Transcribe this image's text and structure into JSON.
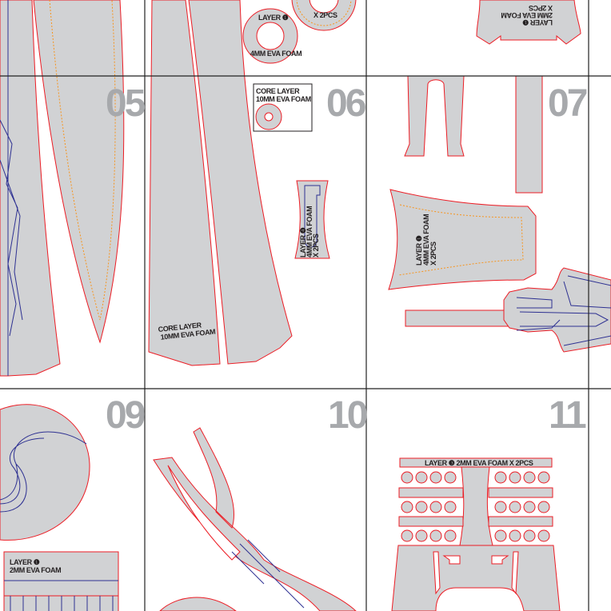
{
  "sheet": {
    "pages": [
      "05",
      "06",
      "07",
      "09",
      "10",
      "11"
    ],
    "colors": {
      "piece_fill": "#d1d2d4",
      "cut_line": "#ec1c24",
      "detail_line": "#2e3192",
      "bevel_line": "#f7941d",
      "page_number": "#a7a9ac"
    }
  },
  "labels": {
    "ring_layer": "LAYER ❶",
    "ring_foam": "4MM EVA FOAM",
    "ring2_qty": "X 2PCS",
    "core_box_line1": "CORE LAYER",
    "core_box_line2": "10MM EVA FOAM",
    "core_blade_line1": "CORE LAYER",
    "core_blade_line2": "10MM EVA FOAM",
    "top_right_line1": "LAYER ❶",
    "top_right_line2": "2MM EVA FOAM",
    "top_right_line3": "X 2PCS",
    "small_piece_line1": "LAYER ❹",
    "small_piece_line2": "4MM EVA FOAM",
    "small_piece_line3": "X 2PCS",
    "trap_line1": "LAYER ❶",
    "trap_line2": "4MM EVA FOAM",
    "trap_line3": "X 2PCS",
    "strip_line1": "LAYER ❶",
    "strip_line2": "2MM EVA FOAM",
    "belt_label": "LAYER ❸ 2MM EVA FOAM X 2PCS"
  }
}
